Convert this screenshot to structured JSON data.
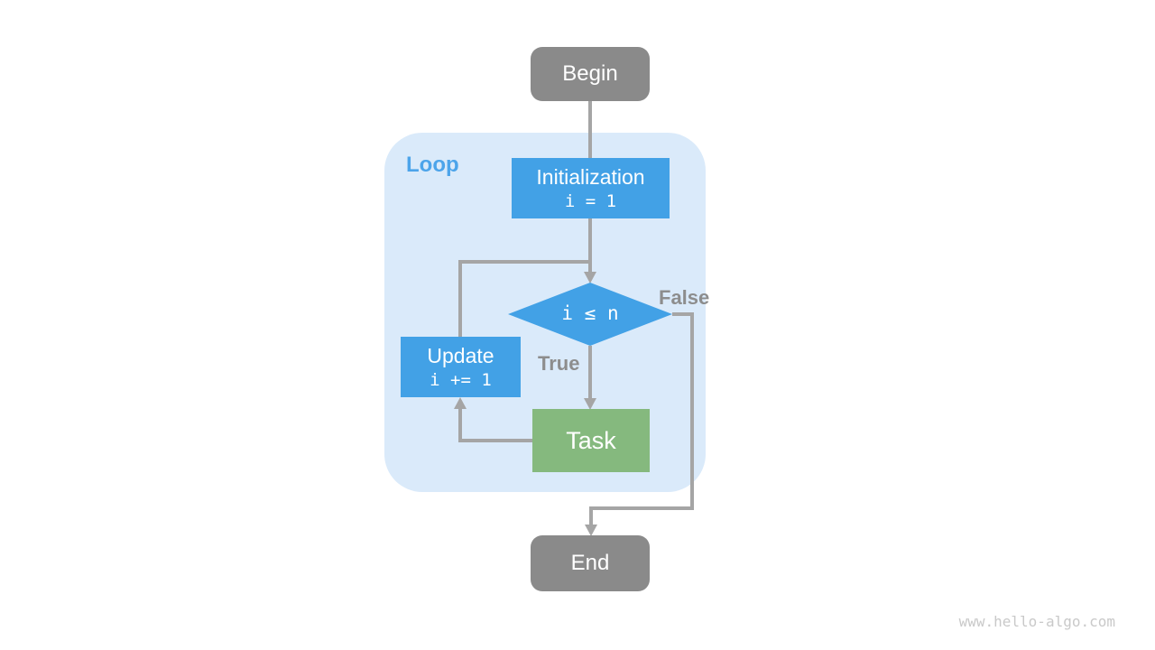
{
  "colors": {
    "node-blue": "#42a1e6",
    "node-green": "#85b97e",
    "node-gray": "#8a8a8a",
    "loop-bg": "#daeafa",
    "loop-label": "#4ca4ea",
    "line": "#a5a5a5",
    "edge-label": "#8d8d8d",
    "watermark": "#c9c9c9",
    "text-on-node": "#ffffff"
  },
  "diagram": {
    "loop": {
      "label": "Loop"
    },
    "nodes": {
      "begin": {
        "label": "Begin"
      },
      "initialization": {
        "title": "Initialization",
        "code": "i = 1"
      },
      "condition": {
        "code": "i ≤ n"
      },
      "update": {
        "title": "Update",
        "code": "i += 1"
      },
      "task": {
        "label": "Task"
      },
      "end": {
        "label": "End"
      }
    },
    "edge_labels": {
      "true": "True",
      "false": "False"
    }
  },
  "watermark": {
    "text": "www.hello-algo.com"
  }
}
